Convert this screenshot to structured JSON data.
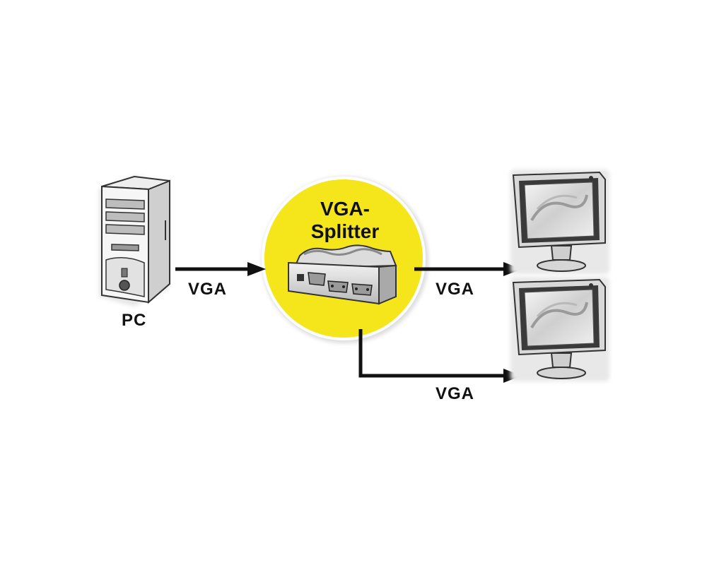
{
  "diagram": {
    "nodes": {
      "pc": {
        "label": "PC"
      },
      "splitter": {
        "title_line1": "VGA-",
        "title_line2": "Splitter"
      },
      "monitor_top": {
        "label": ""
      },
      "monitor_bottom": {
        "label": ""
      }
    },
    "edges": [
      {
        "from": "pc",
        "to": "splitter",
        "label": "VGA"
      },
      {
        "from": "splitter",
        "to": "monitor_top",
        "label": "VGA"
      },
      {
        "from": "splitter",
        "to": "monitor_bottom",
        "label": "VGA"
      }
    ],
    "colors": {
      "highlight": "#f5e61c",
      "arrow": "#111111",
      "outline": "#222222"
    }
  }
}
